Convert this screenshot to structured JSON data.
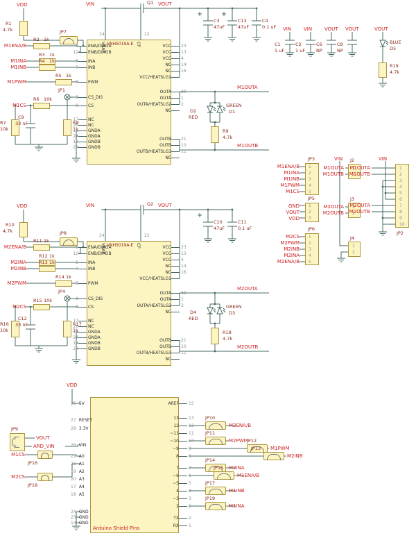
{
  "colors": {
    "wire": "#44695f",
    "fill": "#fcf5c2",
    "bord": "#ab9440",
    "red": "#cc1f1f",
    "maroon": "#8a2418",
    "pin": "#2e2e2e",
    "pnum": "#8f8f8f"
  },
  "drivers": [
    {
      "vdd": "VDD",
      "vin": "VIN",
      "vout": "VOUT",
      "mosfet": "Q1",
      "pullup_jumper": "JP7",
      "pullup_res": "R1",
      "pullup_val": "4.7k",
      "ic_name": "VNH5019A-E",
      "sense_jumper": "JP1",
      "inputs": [
        {
          "net": "M1ENA/B",
          "res": "R2",
          "val": "1k"
        },
        {
          "net": "M1INA",
          "res": "R3",
          "val": "1k"
        },
        {
          "net": "M1INB",
          "res": "R4",
          "val": "1k"
        },
        {
          "net": "M1PWM",
          "res": "R5",
          "val": "1k"
        },
        {
          "net": "M1CS",
          "res": "R6",
          "val": "10k"
        }
      ],
      "filter_r1": {
        "name": "R7",
        "val": "10k"
      },
      "filter_c": {
        "name": "C9",
        "val": "33 nF"
      },
      "filter_r2": {
        "name": "R8",
        "val": "1k"
      },
      "left_pins": [
        {
          "n": "6",
          "name": "ENA/DIAGA"
        },
        {
          "n": "12",
          "name": "ENB/DIAGB"
        },
        {
          "n": "5",
          "name": "INA"
        },
        {
          "n": "7",
          "name": "INB"
        },
        {
          "n": "9",
          "name": "PWM"
        },
        {
          "n": "3",
          "name": "CS_DIS"
        },
        {
          "n": "8",
          "name": "CS"
        }
      ],
      "top_pins": [
        {
          "n": "24",
          "name": "VBAT"
        },
        {
          "n": "22",
          "name": "CP"
        }
      ],
      "vcc_pins": [
        {
          "n": "23",
          "name": "VCC"
        },
        {
          "n": "13",
          "name": "VCC"
        },
        {
          "n": "4",
          "name": "VCC"
        },
        {
          "n": "14",
          "name": "NC"
        },
        {
          "n": "16",
          "name": "NC"
        },
        {
          "n": "",
          "name": "VCC/HEATSLG1"
        }
      ],
      "outa_pins": [
        {
          "n": "30",
          "name": "OUTA"
        },
        {
          "n": "1",
          "name": "OUTA"
        },
        {
          "n": "2",
          "name": "OUTA/HEATSLG2"
        },
        {
          "n": "",
          "name": "NC"
        }
      ],
      "outb_pins": [
        {
          "n": "21",
          "name": "OUTB"
        },
        {
          "n": "10",
          "name": "OUTB"
        },
        {
          "n": "11",
          "name": "OUTB/HEATSLG3"
        },
        {
          "n": "",
          "name": "NC"
        }
      ],
      "gnd_pins": [
        {
          "n": "17",
          "name": "NC"
        },
        {
          "n": "26",
          "name": "NC"
        },
        {
          "n": "18",
          "name": "GNDA"
        },
        {
          "n": "27",
          "name": "GNDA"
        },
        {
          "n": "19",
          "name": "GNDB"
        },
        {
          "n": "20",
          "name": "GNDB"
        }
      ],
      "caps": [
        {
          "name": "C3",
          "val": "47uF"
        },
        {
          "name": "C13",
          "val": "47uF"
        },
        {
          "name": "C4",
          "val": "0.1 uF"
        }
      ],
      "led_a": {
        "name": "D1",
        "color": "GREEN"
      },
      "led_b": {
        "name": "D2",
        "color": "RED"
      },
      "led_res": {
        "name": "R9",
        "val": "4.7k"
      },
      "out_a": "M1OUTA",
      "out_b": "M1OUTB"
    },
    {
      "vdd": "VDD",
      "vin": "VIN",
      "vout": "VOUT",
      "mosfet": "Q2",
      "pullup_jumper": "JP8",
      "pullup_res": "R10",
      "pullup_val": "4.7k",
      "ic_name": "VNH5019A-E",
      "sense_jumper": "JP4",
      "inputs": [
        {
          "net": "M2ENA/B",
          "res": "R11",
          "val": "1k"
        },
        {
          "net": "M2INA",
          "res": "R12",
          "val": "1k"
        },
        {
          "net": "M2INB",
          "res": "R13",
          "val": "1k"
        },
        {
          "net": "M2PWM",
          "res": "R14",
          "val": "1k"
        },
        {
          "net": "M2CS",
          "res": "R15",
          "val": "10k"
        }
      ],
      "filter_r1": {
        "name": "R16",
        "val": "10k"
      },
      "filter_c": {
        "name": "C12",
        "val": "33 nF"
      },
      "filter_r2": {
        "name": "R17",
        "val": "1k"
      },
      "left_pins": [
        {
          "n": "6",
          "name": "ENA/DIAGA"
        },
        {
          "n": "12",
          "name": "ENB/DIAGB"
        },
        {
          "n": "5",
          "name": "INA"
        },
        {
          "n": "7",
          "name": "INB"
        },
        {
          "n": "9",
          "name": "PWM"
        },
        {
          "n": "3",
          "name": "CS_DIS"
        },
        {
          "n": "8",
          "name": "CS"
        }
      ],
      "top_pins": [
        {
          "n": "24",
          "name": "VBAT"
        },
        {
          "n": "22",
          "name": "CP"
        }
      ],
      "vcc_pins": [
        {
          "n": "23",
          "name": "VCC"
        },
        {
          "n": "13",
          "name": "VCC"
        },
        {
          "n": "4",
          "name": "VCC"
        },
        {
          "n": "14",
          "name": "NC"
        },
        {
          "n": "16",
          "name": "NC"
        },
        {
          "n": "",
          "name": "VCC/HEATSLG1"
        }
      ],
      "outa_pins": [
        {
          "n": "30",
          "name": "OUTA"
        },
        {
          "n": "1",
          "name": "OUTA"
        },
        {
          "n": "2",
          "name": "OUTA/HEATSLG2"
        },
        {
          "n": "",
          "name": "NC"
        }
      ],
      "outb_pins": [
        {
          "n": "21",
          "name": "OUTB"
        },
        {
          "n": "10",
          "name": "OUTB"
        },
        {
          "n": "11",
          "name": "OUTB/HEATSLG3"
        },
        {
          "n": "",
          "name": "NC"
        }
      ],
      "gnd_pins": [
        {
          "n": "17",
          "name": "NC"
        },
        {
          "n": "26",
          "name": "NC"
        },
        {
          "n": "18",
          "name": "GNDA"
        },
        {
          "n": "27",
          "name": "GNDA"
        },
        {
          "n": "19",
          "name": "GNDB"
        },
        {
          "n": "20",
          "name": "GNDB"
        }
      ],
      "caps": [
        {
          "name": "C10",
          "val": "47uF"
        },
        {
          "name": "C11",
          "val": "0.1 uF"
        }
      ],
      "led_a": {
        "name": "D3",
        "color": "GREEN"
      },
      "led_b": {
        "name": "D4",
        "color": "RED"
      },
      "led_res": {
        "name": "R18",
        "val": "4.7k"
      },
      "out_a": "M2OUTA",
      "out_b": "M2OUTB"
    }
  ],
  "top_right": {
    "vin_caps": [
      {
        "net": "VIN",
        "name": "C1",
        "val": "1 uF"
      },
      {
        "net": "VIN",
        "name": "C2",
        "val": "1 uF"
      }
    ],
    "vout_caps": [
      {
        "net": "VOUT",
        "name": "C6",
        "val": "NP"
      },
      {
        "net": "VOUT",
        "name": "C8",
        "val": "NP"
      }
    ],
    "led": {
      "net": "VOUT",
      "color": "BLUE",
      "name": "D5",
      "res": "R19",
      "res_val": "4.7k"
    }
  },
  "headers": {
    "jp3": {
      "label": "JP3",
      "nets": [
        {
          "net": "M1ENA/B"
        },
        {
          "net": "M1INA"
        },
        {
          "net": "M1INB"
        },
        {
          "net": "M1PWM"
        },
        {
          "net": "M1CS"
        }
      ],
      "pins": [
        {
          "n": "1"
        },
        {
          "n": "2"
        },
        {
          "n": "3"
        },
        {
          "n": "4"
        },
        {
          "n": "5"
        }
      ]
    },
    "jp5": {
      "label": "JP5",
      "nets": [
        {
          "net": "GND"
        },
        {
          "net": "VOUT"
        },
        {
          "net": "VDD"
        }
      ],
      "pins": [
        {
          "n": "1"
        },
        {
          "n": "2"
        },
        {
          "n": "3"
        }
      ]
    },
    "jp6": {
      "label": "JP6",
      "nets": [
        {
          "net": "M2CS"
        },
        {
          "net": "M2PWM"
        },
        {
          "net": "M2INB"
        },
        {
          "net": "M2INA"
        },
        {
          "net": "M2ENA/B"
        }
      ],
      "pins": [
        {
          "n": "1"
        },
        {
          "n": "2"
        },
        {
          "n": "3"
        },
        {
          "n": "4"
        },
        {
          "n": "5"
        }
      ]
    },
    "j2": {
      "label": "J2",
      "nets": [
        {
          "net": "M1OUTA"
        },
        {
          "net": "M1OUTB"
        }
      ],
      "pins": [
        {
          "n": "1"
        },
        {
          "n": "2"
        }
      ]
    },
    "j3": {
      "label": "J3",
      "nets": [
        {
          "net": "M2OUTA"
        },
        {
          "net": "M2OUTB"
        }
      ],
      "pins": [
        {
          "n": "1"
        },
        {
          "n": "2"
        }
      ]
    },
    "j4": {
      "label": "J4",
      "vin": "VIN",
      "pins": [
        {
          "n": "1"
        },
        {
          "n": "2"
        }
      ]
    },
    "jp2": {
      "label": "JP2",
      "vin": "VIN",
      "nets_top": [
        {
          "net": "M1OUTA"
        },
        {
          "net": "M1OUTB"
        }
      ],
      "nets_mid": [
        {
          "net": "M2OUTA"
        },
        {
          "net": "M2OUTB"
        }
      ],
      "pins": [
        {
          "n": "1"
        },
        {
          "n": "2"
        },
        {
          "n": "3"
        },
        {
          "n": "4"
        },
        {
          "n": "5"
        },
        {
          "n": "6"
        },
        {
          "n": "7"
        },
        {
          "n": "8"
        },
        {
          "n": "9"
        },
        {
          "n": "10"
        }
      ]
    }
  },
  "arduino": {
    "title": "Arduino Shield Pins",
    "vdd": "VDD",
    "left_pins": [
      {
        "n": "25",
        "name": "5V"
      },
      {
        "n": "27",
        "name": "RESET"
      },
      {
        "n": "28",
        "name": "3.3V"
      },
      {
        "n": "26",
        "name": "VIN"
      },
      {
        "n": "21",
        "name": "A0"
      },
      {
        "n": "22",
        "name": "A1"
      },
      {
        "n": "19",
        "name": "A2"
      },
      {
        "n": "20",
        "name": "A3"
      },
      {
        "n": "17",
        "name": "A4"
      },
      {
        "n": "18",
        "name": "A5"
      },
      {
        "n": "24",
        "name": "GND"
      },
      {
        "n": "23",
        "name": "GND"
      },
      {
        "n": "14",
        "name": "GND"
      }
    ],
    "aref": {
      "n": "15",
      "name": "AREF"
    },
    "right_pins_a": [
      {
        "n": "13",
        "name": "13"
      },
      {
        "n": "12",
        "name": "12"
      },
      {
        "n": "11",
        "name": "~11"
      },
      {
        "n": "10",
        "name": "~10"
      },
      {
        "n": "9",
        "name": "~9"
      },
      {
        "n": "8",
        "name": "8"
      }
    ],
    "right_pins_b": [
      {
        "n": "7",
        "name": "7"
      },
      {
        "n": "6",
        "name": "~6"
      },
      {
        "n": "5",
        "name": "~5"
      },
      {
        "n": "4",
        "name": "4"
      },
      {
        "n": "3",
        "name": "~3"
      },
      {
        "n": "2",
        "name": "2"
      }
    ],
    "serial_pins": [
      {
        "n": "2",
        "name": "TX"
      },
      {
        "n": "1",
        "name": "RX"
      }
    ],
    "jumpers_right": [
      {
        "jp": "JP10",
        "net": "M2ENA/B"
      },
      {
        "jp": "JP11",
        "net": "M2PWM"
      },
      {
        "jp": "JP12",
        "net": "M1PWM"
      },
      {
        "jp": "JP13",
        "net": "M2INB"
      },
      {
        "jp": "JP14",
        "net": "M2INA"
      },
      {
        "jp": "JP15",
        "net": "M1ENA/B"
      },
      {
        "jp": "JP17",
        "net": "M1INB"
      },
      {
        "jp": "JP19",
        "net": "M1INA"
      }
    ],
    "jp9": {
      "label": "JP9",
      "pins": [
        {
          "n": "1"
        },
        {
          "n": "2"
        }
      ],
      "net_a": "VOUT",
      "net_b": "ARD_VIN"
    },
    "jp16": {
      "label": "JP16",
      "net": "M1CS"
    },
    "jp18": {
      "label": "JP18",
      "net": "M2CS"
    }
  }
}
